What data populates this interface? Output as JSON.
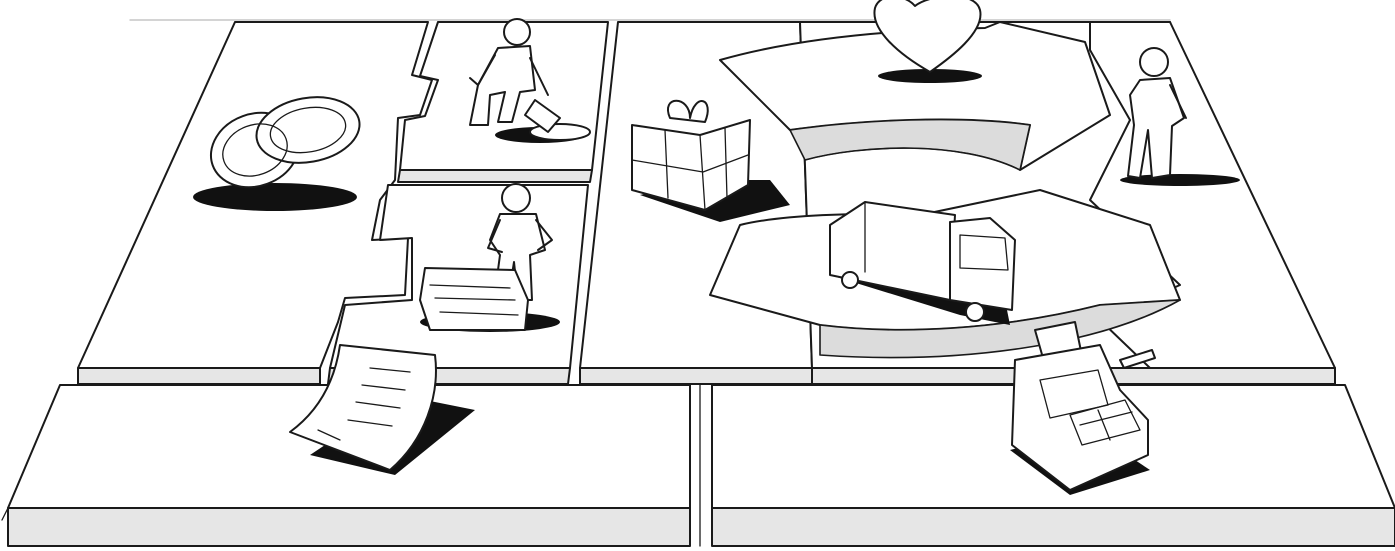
{
  "canvas": {
    "theme": "sketch",
    "background": "#ffffff",
    "ink": "#1a1a1a",
    "block_side": "#e6e6e6",
    "shadow": "#111111"
  },
  "blocks": [
    {
      "name": "partners-block",
      "icon": "rings-icon"
    },
    {
      "name": "activities-block",
      "icon": "digging-person-icon"
    },
    {
      "name": "resources-block",
      "icon": "person-with-machine-icon"
    },
    {
      "name": "value-block",
      "icon": "gift-box-icon"
    },
    {
      "name": "relationships-block",
      "icon": "heart-icon"
    },
    {
      "name": "channels-block",
      "icon": "truck-icon"
    },
    {
      "name": "segments-block",
      "icon": "standing-person-icon"
    },
    {
      "name": "cost-block",
      "icon": "document-icon"
    },
    {
      "name": "revenue-block",
      "icon": "cash-register-icon"
    }
  ]
}
